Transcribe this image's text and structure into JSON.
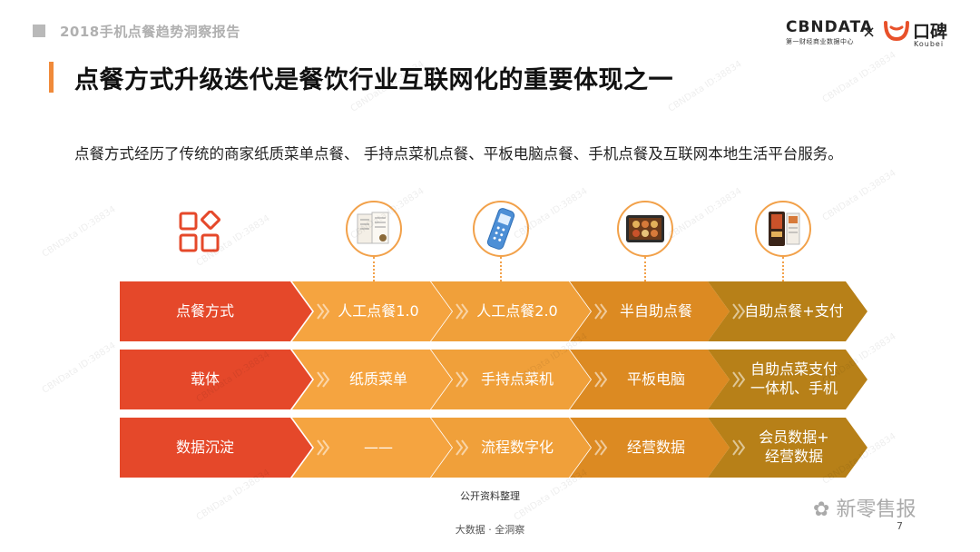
{
  "header": {
    "report_title": "2018手机点餐趋势洞察报告"
  },
  "logos": {
    "cbndata": "CBNDATA",
    "cbndata_sub": "第一财经商业数据中心",
    "times": "×",
    "koubei_cn": "口碑",
    "koubei_en": "Koubei"
  },
  "title": "点餐方式升级迭代是餐饮行业互联网化的重要体现之一",
  "subtitle": "点餐方式经历了传统的商家纸质菜单点餐、 手持点菜机点餐、平板电脑点餐、手机点餐及互联网本地生活平台服务。",
  "icons": [
    "order-method-grid-icon",
    "paper-menu-icon",
    "handheld-device-icon",
    "tablet-icon",
    "self-service-kiosk-icon"
  ],
  "rows": [
    {
      "header": "点餐方式",
      "cells": [
        {
          "lines": [
            "人工点餐1.0"
          ]
        },
        {
          "lines": [
            "人工点餐2.0"
          ]
        },
        {
          "lines": [
            "半自助点餐"
          ]
        },
        {
          "lines": [
            "自助点餐+支付"
          ]
        }
      ]
    },
    {
      "header": "载体",
      "cells": [
        {
          "lines": [
            "纸质菜单"
          ]
        },
        {
          "lines": [
            "手持点菜机"
          ]
        },
        {
          "lines": [
            "平板电脑"
          ]
        },
        {
          "lines": [
            "自助点菜支付",
            "一体机、手机"
          ]
        }
      ]
    },
    {
      "header": "数据沉淀",
      "cells": [
        {
          "lines": [
            "——"
          ]
        },
        {
          "lines": [
            "流程数字化"
          ]
        },
        {
          "lines": [
            "经营数据"
          ]
        },
        {
          "lines": [
            "会员数据+",
            "经营数据"
          ]
        }
      ]
    }
  ],
  "colors": {
    "header": "#e5482a",
    "col1": "#f5a440",
    "col2": "#f0a03a",
    "col3": "#dc8a22",
    "col4": "#b78018",
    "accent": "#f08a3a"
  },
  "source_note": "公开资料整理",
  "footer": "大数据 · 全洞察",
  "page_number": "7",
  "wechat_account": "新零售报",
  "watermark_text": "CBNData ID:38834"
}
